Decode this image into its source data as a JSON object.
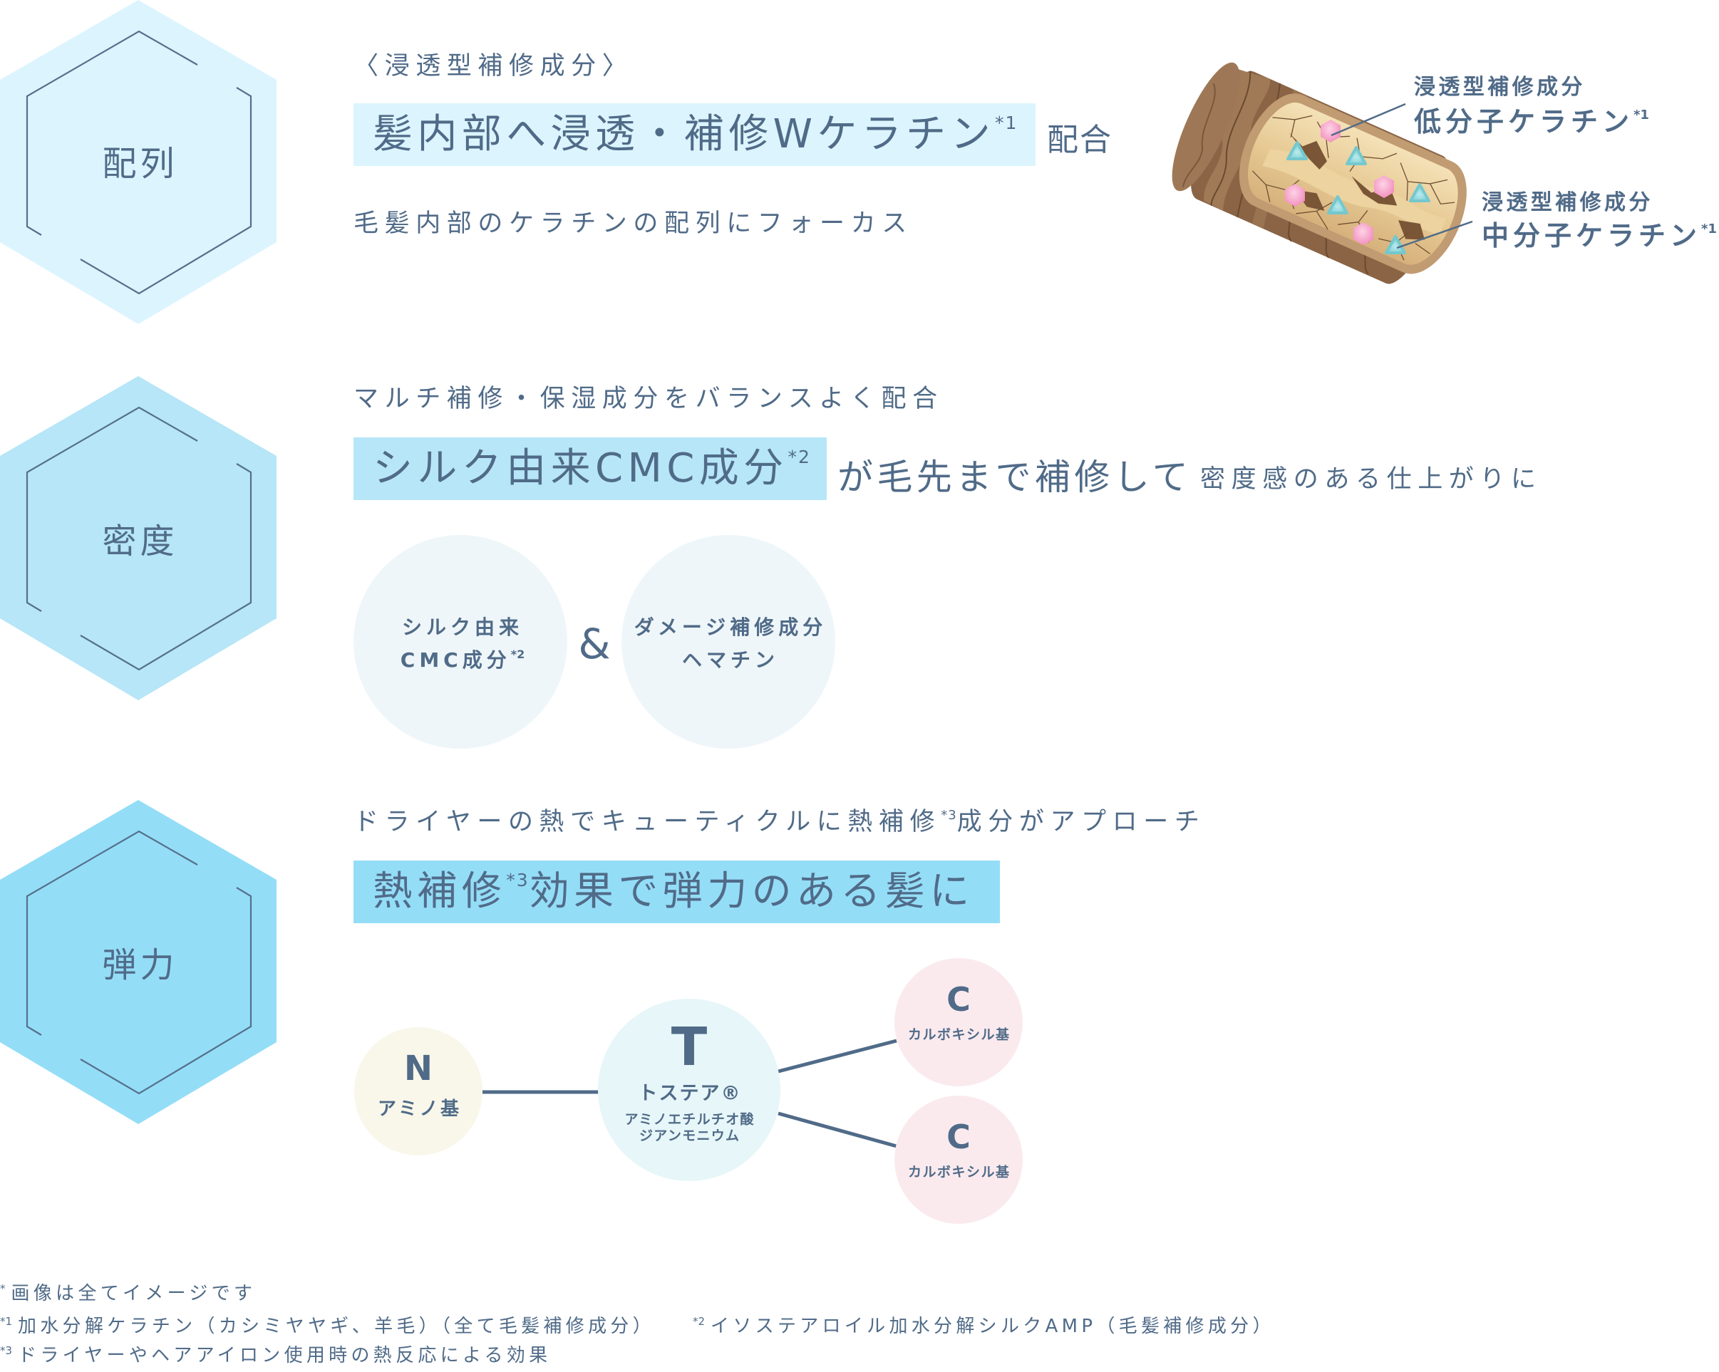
{
  "theme": {
    "text_color": "#506b88",
    "line_color": "#55708c"
  },
  "sections": [
    {
      "key": "alignment",
      "hexagon": {
        "label": "配列",
        "fill": "#dcf4fd"
      },
      "subtitle": "〈浸透型補修成分〉",
      "highlight": {
        "text": "髪内部へ浸透・補修Wケラチン",
        "note": "*1",
        "fill": "#dcf4fd"
      },
      "suffix": "配合",
      "description": "毛髪内部のケラチンの配列にフォーカス",
      "illustration": {
        "callouts": [
          {
            "category": "浸透型補修成分",
            "name": "低分子ケラチン",
            "note": "*1",
            "marker_color": "#f28cbc"
          },
          {
            "category": "浸透型補修成分",
            "name": "中分子ケラチン",
            "note": "*1",
            "marker_color": "#74c8ce"
          }
        ]
      }
    },
    {
      "key": "density",
      "hexagon": {
        "label": "密度",
        "fill": "#b6e6f7"
      },
      "subtitle": "マルチ補修・保湿成分をバランスよく配合",
      "highlight": {
        "text": "シルク由来CMC成分",
        "note": "*2",
        "fill": "#b6e6f7"
      },
      "suffix_large": "が毛先まで補修して",
      "suffix_small": "密度感のある仕上がりに",
      "ingredients": [
        {
          "line1": "シルク由来",
          "line2": "CMC成分",
          "note": "*2"
        },
        {
          "line1": "ダメージ補修成分",
          "line2": "ヘマチン"
        }
      ],
      "connector": "&",
      "circle_fill": "#eff6f9"
    },
    {
      "key": "elasticity",
      "hexagon": {
        "label": "弾力",
        "fill": "#94ddf7"
      },
      "subtitle": {
        "before": "ドライヤーの熱でキューティクルに熱補修",
        "note": "*3",
        "after": "成分がアプローチ"
      },
      "highlight": {
        "before": "熱補修",
        "note": "*3",
        "after": "効果で弾力のある髪に",
        "fill": "#94ddf7"
      },
      "molecule": {
        "amino": {
          "symbol": "N",
          "name": "アミノ基",
          "fill": "#f9f7ea"
        },
        "core": {
          "symbol": "T",
          "name": "トステア®",
          "chemical_line1": "アミノエチルチオ酸",
          "chemical_line2": "ジアンモニウム",
          "fill": "#e7f6f8"
        },
        "carboxyl": [
          {
            "symbol": "C",
            "name": "カルボキシル基",
            "fill": "#faeaee"
          },
          {
            "symbol": "C",
            "name": "カルボキシル基",
            "fill": "#faeaee"
          }
        ]
      }
    }
  ],
  "footnotes": [
    {
      "mark": "*",
      "text": "画像は全てイメージです"
    },
    {
      "mark": "*1",
      "text": "加水分解ケラチン（カシミヤヤギ、羊毛）（全て毛髪補修成分）"
    },
    {
      "mark": "*2",
      "text": "イソステアロイル加水分解シルクAMP（毛髪補修成分）"
    },
    {
      "mark": "*3",
      "text": "ドライヤーやヘアアイロン使用時の熱反応による効果"
    }
  ]
}
